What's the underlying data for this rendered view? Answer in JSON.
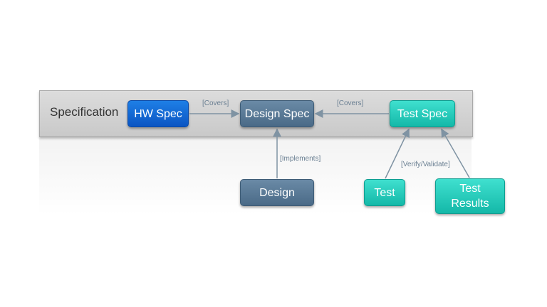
{
  "diagram": {
    "band_label": "Specification",
    "nodes": {
      "hw_spec": "HW Spec",
      "design_spec": "Design Spec",
      "test_spec": "Test Spec",
      "design": "Design",
      "test": "Test",
      "test_results": "Test\nResults"
    },
    "edges": {
      "covers_1": "[Covers]",
      "covers_2": "[Covers]",
      "implements": "[Implements]",
      "verify_validate": "[Verify/Validate]"
    },
    "colors": {
      "blue": "#0b55c3",
      "slate": "#4a6a87",
      "teal": "#14b8a8",
      "band": "#d0d0d0",
      "arrow": "#7f93a3"
    }
  }
}
